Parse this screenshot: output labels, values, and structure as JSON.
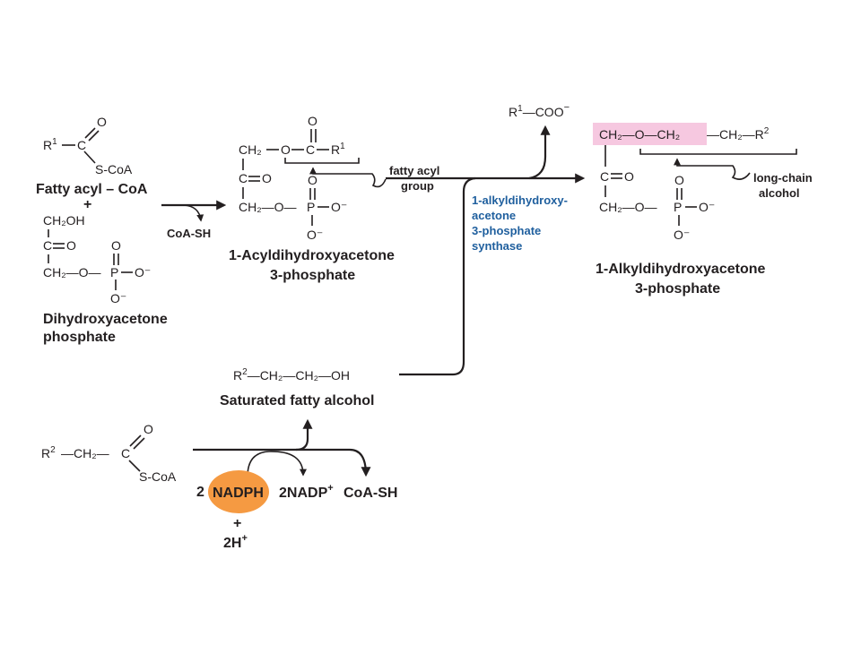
{
  "colors": {
    "ink": "#231f20",
    "enzyme": "#1f5f9e",
    "ether_highlight": "#f6c8e0",
    "nadph": "#f59a42"
  },
  "fatty_acyl_coa": {
    "r": "R",
    "r_sup": "1",
    "c": "C",
    "o": "O",
    "scoa": "S-CoA",
    "label": "Fatty acyl – CoA"
  },
  "plus1": "+",
  "dhap": {
    "ch2oh": "CH₂OH",
    "c": "C",
    "o": "O",
    "ch2o": "CH₂—O—",
    "p": "P",
    "o_minus": "O⁻",
    "label_line1": "Dihydroxyacetone",
    "label_line2": "phosphate"
  },
  "coash_1": "CoA-SH",
  "acyl_dhap": {
    "ch2": "CH₂",
    "o": "O",
    "c": "C",
    "r": "R",
    "r_sup": "1",
    "ch2o": "CH₂—O—",
    "p": "P",
    "o_minus": "O⁻",
    "label_line1": "1-Acyldihydroxyacetone",
    "label_line2": "3-phosphate"
  },
  "fatty_acyl_group": {
    "line1": "fatty acyl",
    "line2": "group"
  },
  "r1coo": {
    "r": "R",
    "r_sup": "1",
    "rest": "—COO",
    "charge": "−"
  },
  "enzyme": {
    "line1": "1-alkyldihydroxy-",
    "line2": "acetone",
    "line3": "3-phosphate",
    "line4": "synthase"
  },
  "alkyl_dhap": {
    "ether": "CH₂—O—CH₂",
    "tail": "—CH₂—R",
    "r_sup": "2",
    "c": "C",
    "o": "O",
    "ch2o": "CH₂—O—",
    "p": "P",
    "o_minus": "O⁻",
    "label_line1": "1-Alkyldihydroxyacetone",
    "label_line2": "3-phosphate"
  },
  "long_chain_alcohol": {
    "line1": "long-chain",
    "line2": "alcohol"
  },
  "fatty_alcohol": {
    "r": "R",
    "r_sup": "2",
    "rest": "—CH₂—CH₂—OH",
    "label": "Saturated  fatty  alcohol"
  },
  "acyl_coa_2": {
    "r": "R",
    "r_sup": "2",
    "ch2": "—CH₂—",
    "c": "C",
    "o": "O",
    "scoa": "S-CoA"
  },
  "nadph": {
    "coef": "2",
    "name": "NADPH"
  },
  "plus2": "+",
  "protons": {
    "text": "2H",
    "sup": "+"
  },
  "nadp": {
    "coef": "2",
    "name": "NADP",
    "sup": "+"
  },
  "coash_2": "CoA-SH"
}
